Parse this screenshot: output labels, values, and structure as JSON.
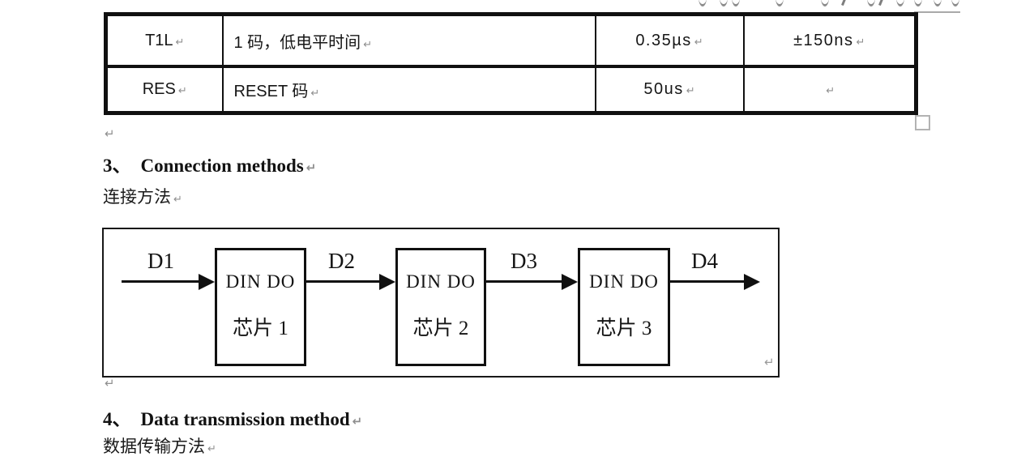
{
  "marks": {
    "paragraph_mark": "↵"
  },
  "colors": {
    "text": "#1c1c1c",
    "border": "#101010",
    "mark_gray": "#8f8f8f"
  },
  "table": {
    "rows": [
      {
        "cells": [
          "T1L",
          "1 码，低电平时间",
          "0.35µs",
          "±150ns"
        ]
      },
      {
        "cells": [
          "RES",
          "RESET 码",
          "50us",
          ""
        ]
      }
    ]
  },
  "sections": {
    "s3": {
      "number": "3、",
      "title": "Connection methods",
      "subtitle": "连接方法"
    },
    "s4": {
      "number": "4、",
      "title": "Data transmission method",
      "subtitle": "数据传输方法"
    }
  },
  "diagram": {
    "labels": [
      "D1",
      "D2",
      "D3",
      "D4"
    ],
    "chips": [
      {
        "pins": "DIN DO",
        "name": "芯片 1"
      },
      {
        "pins": "DIN DO",
        "name": "芯片 2"
      },
      {
        "pins": "DIN DO",
        "name": "芯片 3"
      }
    ]
  }
}
